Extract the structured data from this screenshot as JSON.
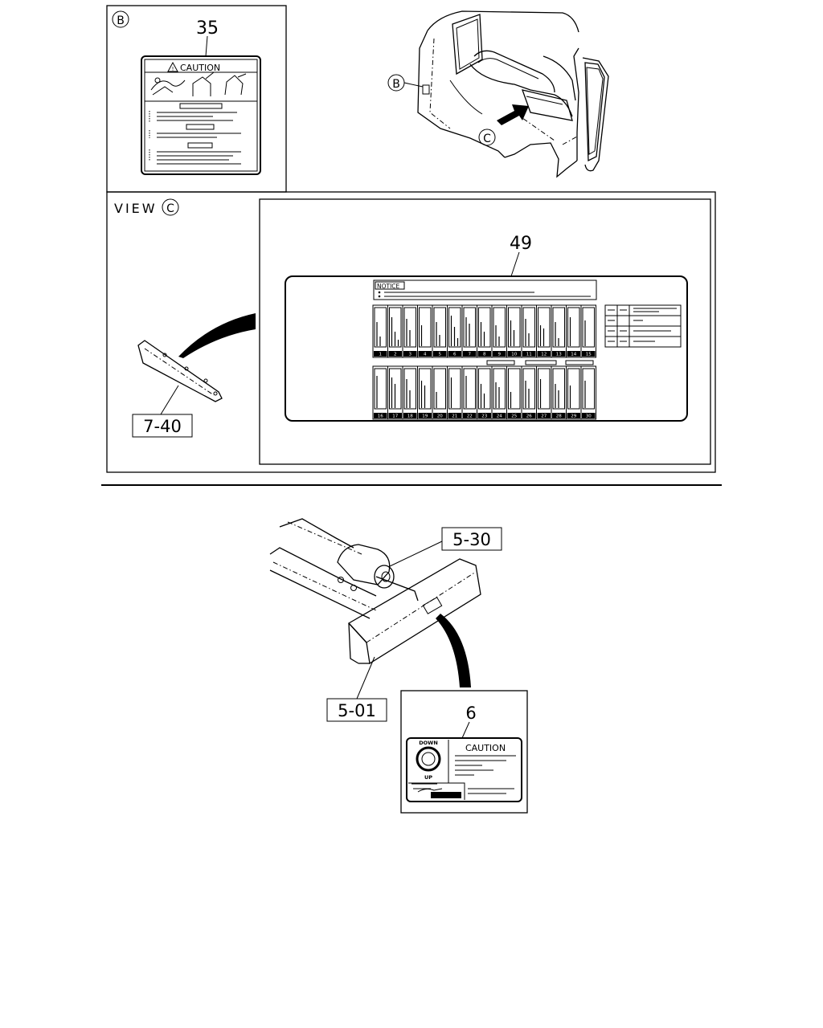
{
  "panel_b": {
    "letter": "B",
    "part_number": "35",
    "label_caution": "CAUTION"
  },
  "panel_cab": {
    "marker_b": "B",
    "marker_c": "C"
  },
  "panel_view": {
    "view_text": "VIEW",
    "view_letter": "C",
    "part_number": "49",
    "notice_text": "NOTICE",
    "part_ref": "7-40",
    "fuse_numbers_top": [
      "1",
      "2",
      "3",
      "4",
      "5",
      "6",
      "7",
      "8",
      "9",
      "10",
      "11",
      "12",
      "13",
      "14",
      "15"
    ],
    "fuse_numbers_bottom": [
      "16",
      "17",
      "18",
      "19",
      "20",
      "21",
      "22",
      "23",
      "24",
      "25",
      "26",
      "27",
      "28",
      "29",
      "30"
    ]
  },
  "lower": {
    "part_ref_top": "5-30",
    "part_ref_bottom": "5-01",
    "part_number": "6",
    "label_caution": "CAUTION",
    "label_down": "DOWN",
    "label_up": "UP"
  }
}
